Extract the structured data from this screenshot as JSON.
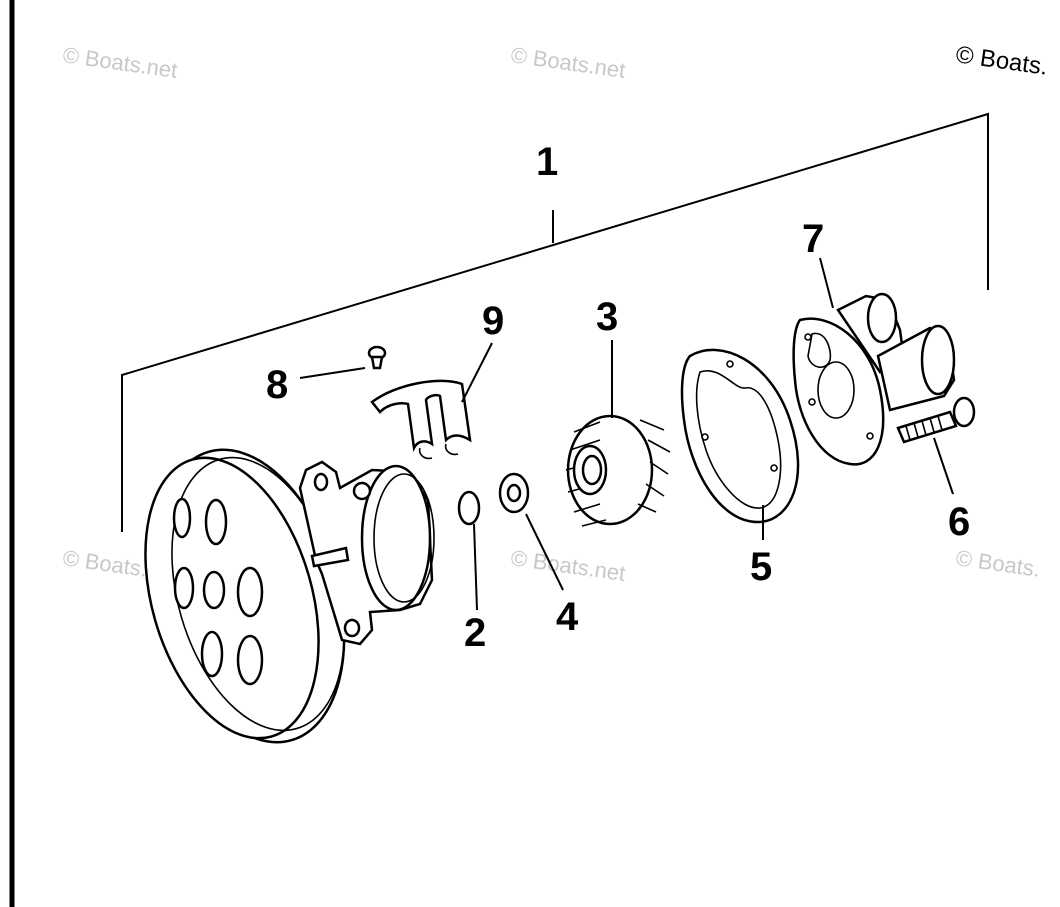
{
  "copyright": "© Boats.",
  "watermarks": [
    "© Boats.net",
    "© Boats.net",
    "© Boats.net",
    "© Boats.net",
    "© Boats."
  ],
  "callouts": [
    "1",
    "2",
    "3",
    "4",
    "5",
    "6",
    "7",
    "8",
    "9"
  ]
}
